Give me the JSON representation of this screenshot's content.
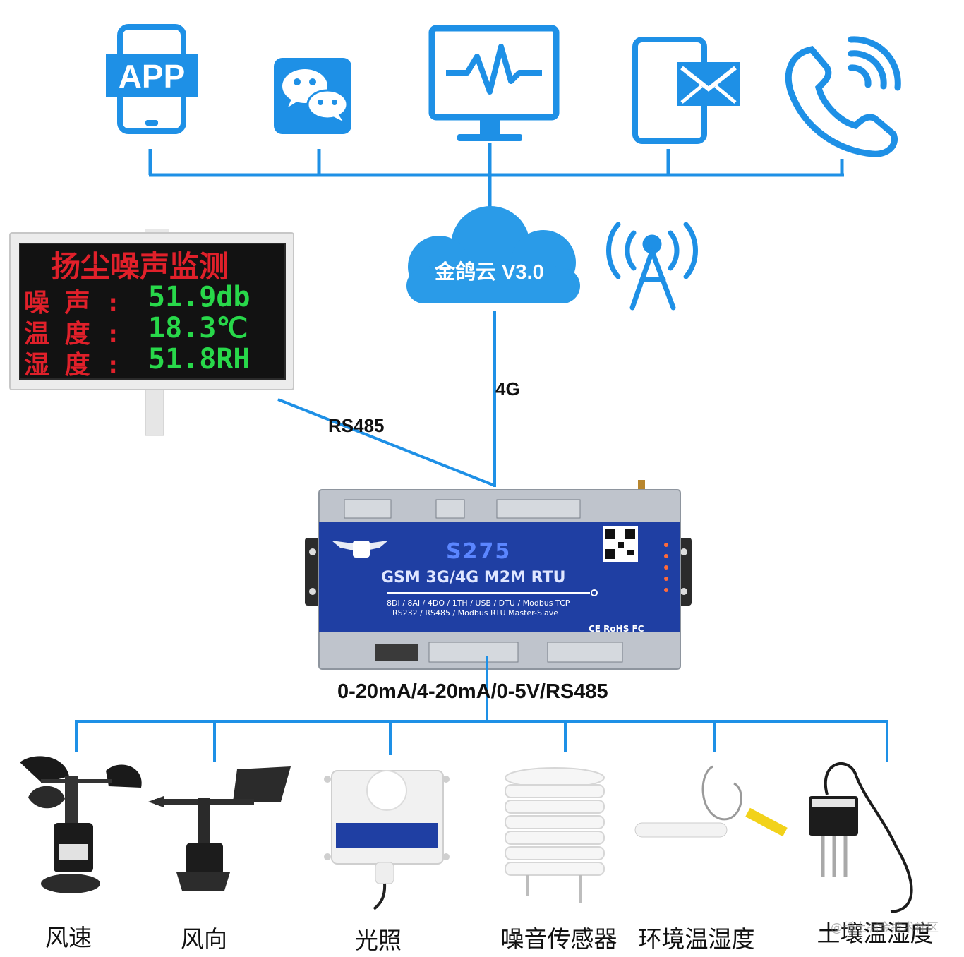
{
  "colors": {
    "accent": "#1e90e6",
    "cloud": "#2a9be8",
    "led_red": "#e0202a",
    "led_green": "#28d84a",
    "device_blue": "#1f3fa3"
  },
  "top_icons": [
    {
      "name": "app-phone-icon",
      "text": "APP"
    },
    {
      "name": "wechat-icon"
    },
    {
      "name": "monitor-pulse-icon"
    },
    {
      "name": "sms-tablet-icon"
    },
    {
      "name": "phone-call-icon"
    }
  ],
  "cloud": {
    "label": "金鸽云 V3.0"
  },
  "antenna": {
    "name": "antenna-tower-icon"
  },
  "led_display": {
    "title": "扬尘噪声监测",
    "rows": [
      {
        "label": "噪 声 :",
        "value": "51.9db"
      },
      {
        "label": "温 度 :",
        "value": "18.3℃"
      },
      {
        "label": "湿 度 :",
        "value": "51.8RH"
      }
    ]
  },
  "links": {
    "rs485": "RS485",
    "g4": "4G",
    "signals": "0-20mA/4-20mA/0-5V/RS485"
  },
  "device": {
    "model": "S275",
    "subtitle": "GSM 3G/4G M2M RTU",
    "spec_line1": "8DI / 8AI / 4DO / 1TH / USB / DTU / Modbus TCP",
    "spec_line2": "RS232 / RS485 / Modbus RTU Master-Slave",
    "cert": "CE RoHS FC"
  },
  "sensors": [
    {
      "name": "sensor-wind-speed",
      "label": "风速"
    },
    {
      "name": "sensor-wind-direction",
      "label": "风向"
    },
    {
      "name": "sensor-light",
      "label": "光照"
    },
    {
      "name": "sensor-noise",
      "label": "噪音传感器"
    },
    {
      "name": "sensor-env-temp-humidity",
      "label": "环境温湿度"
    },
    {
      "name": "sensor-soil-temp-humidity",
      "label": "土壤温湿度"
    }
  ],
  "watermark": "@稀土掘金技术社区"
}
